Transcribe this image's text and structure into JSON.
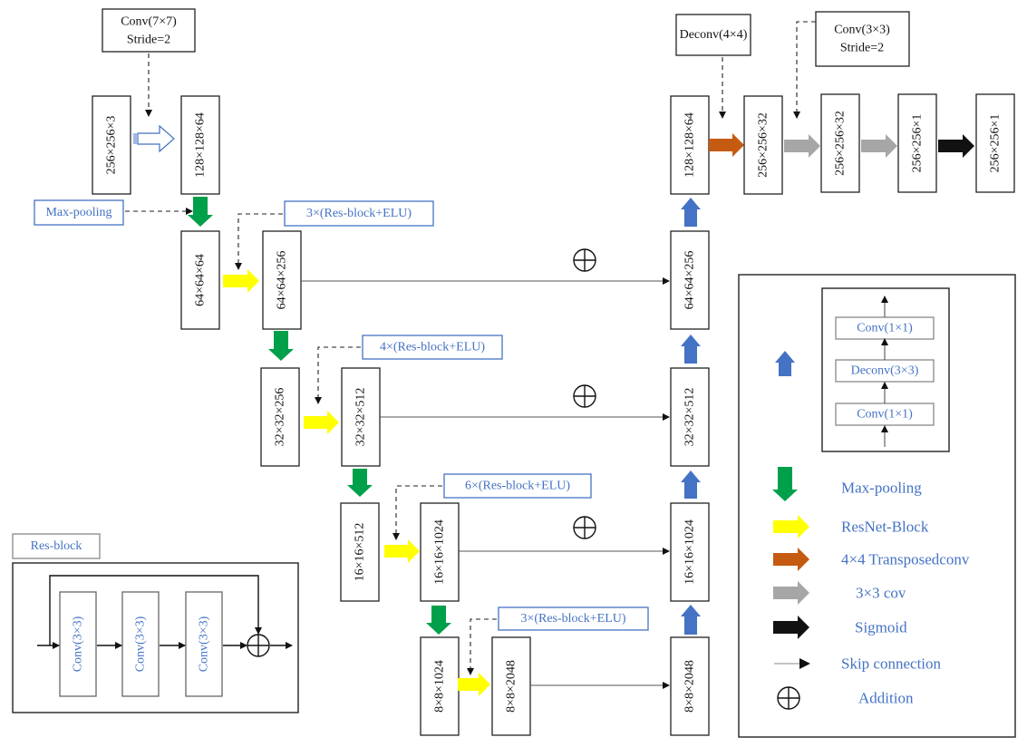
{
  "encoder": {
    "input": "256×256×3",
    "conv1_out": "128×128×64",
    "pool1": "64×64×64",
    "res1": "64×64×256",
    "pool2": "32×32×256",
    "res2": "32×32×512",
    "pool3": "16×16×512",
    "res3": "16×16×1024",
    "pool4": "8×8×1024",
    "res4": "8×8×2048"
  },
  "decoder": {
    "up0": "8×8×2048",
    "up1": "16×16×1024",
    "up2": "32×32×512",
    "up3": "64×64×256",
    "up4": "128×128×64",
    "deconv_out": "256×256×32",
    "conv2_out": "256×256×32",
    "conv3_out": "256×256×1",
    "output": "256×256×1"
  },
  "annotations": {
    "conv7_line1": "Conv(7×7)",
    "conv7_line2": "Stride=2",
    "maxpool": "Max-pooling",
    "res_stage1": "3×(Res-block+ELU)",
    "res_stage2": "4×(Res-block+ELU)",
    "res_stage3": "6×(Res-block+ELU)",
    "res_stage4": "3×(Res-block+ELU)",
    "deconv4": "Deconv(4×4)",
    "conv3_line1": "Conv(3×3)",
    "conv3_line2": "Stride=2"
  },
  "upsample_block": {
    "layers": [
      "Conv(1×1)",
      "Deconv(3×3)",
      "Conv(1×1)"
    ]
  },
  "legend": {
    "max_pooling": "Max-pooling",
    "resnet_block": "ResNet-Block",
    "transposed_conv": "4×4 Transposedconv",
    "conv3x3": "3×3 cov",
    "sigmoid": "Sigmoid",
    "skip": "Skip connection",
    "addition": "Addition"
  },
  "res_block": {
    "title": "Res-block",
    "layers": [
      "Conv(3×3)",
      "Conv(3×3)",
      "Conv(3×3)"
    ]
  },
  "colors": {
    "maxpool": "#00a04a",
    "resnet": "#ffff00",
    "transposed": "#c55a11",
    "conv": "#a6a6a6",
    "sigmoid": "#111111",
    "upsample": "#4472c4",
    "label_text": "#4472c4"
  }
}
